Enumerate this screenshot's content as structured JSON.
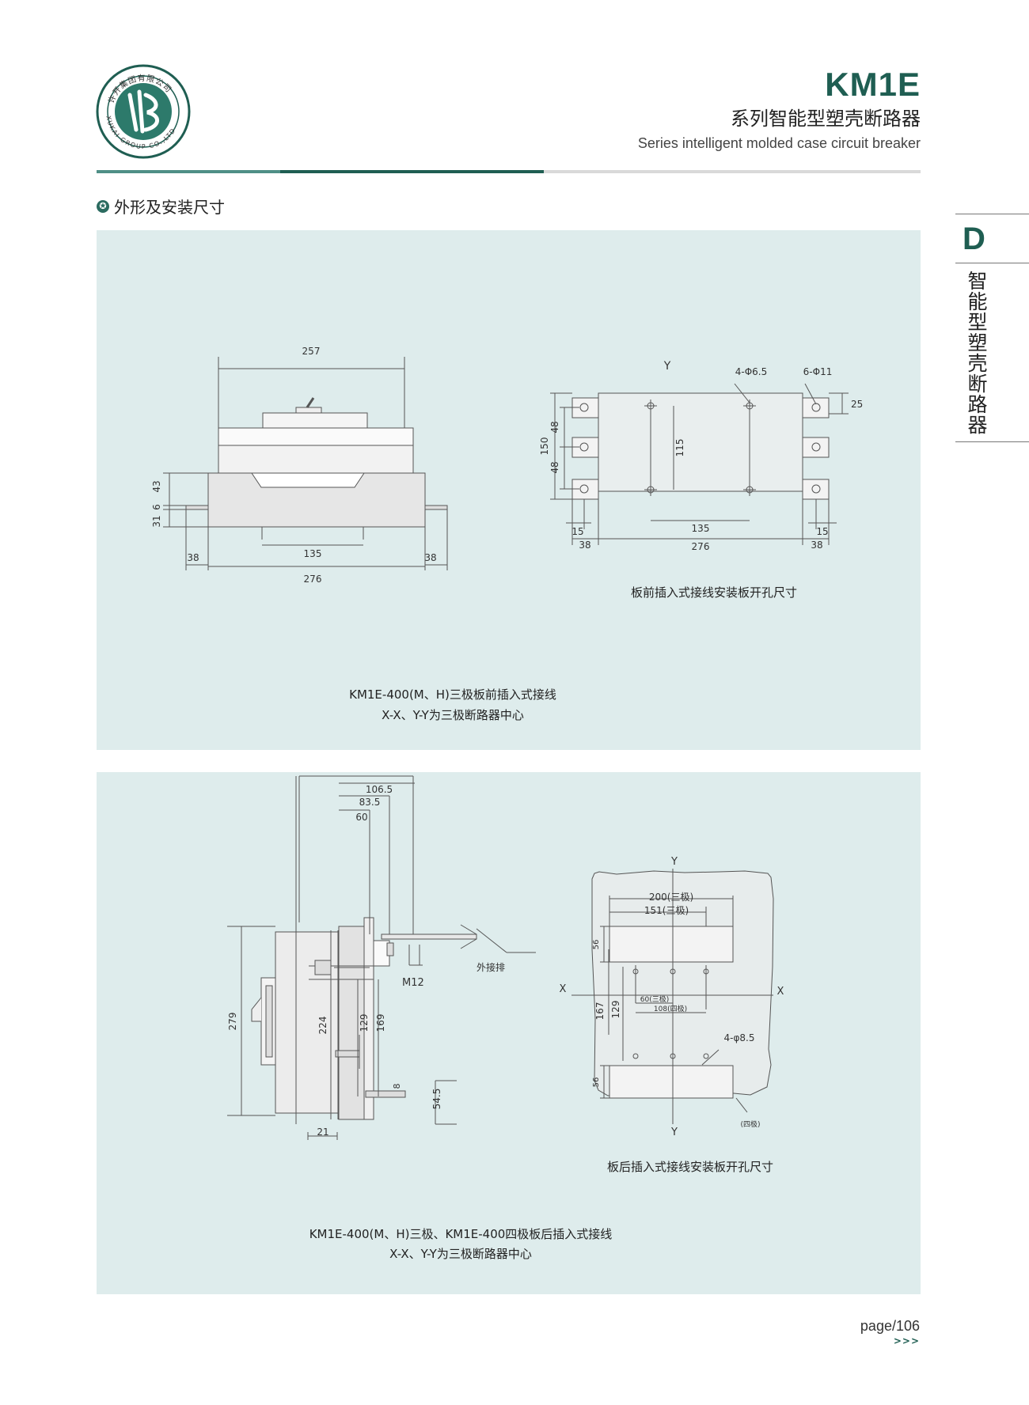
{
  "header": {
    "model": "KM1E",
    "title_cn": "系列智能型塑壳断路器",
    "title_en": "Series intelligent molded case circuit breaker",
    "logo_cn": "许开集团有限公司",
    "logo_en": "XUKAI GROUP CO.,LTD"
  },
  "section": {
    "title": "外形及安装尺寸"
  },
  "side_tab": {
    "letter": "D",
    "text": "智能型塑壳断路器"
  },
  "panel1": {
    "front_view": {
      "dims": {
        "top": "257",
        "h43": "43",
        "h6": "6",
        "h31": "31",
        "c135": "135",
        "l38": "38",
        "r38": "38",
        "w276": "276"
      }
    },
    "plate": {
      "axis_y": "Y",
      "hole_small": "4-Φ6.5",
      "hole_big": "6-Φ11",
      "dims": {
        "d25": "25",
        "d48a": "48",
        "d48b": "48",
        "d150": "150",
        "d115": "115",
        "d135": "135",
        "d15l": "15",
        "d15r": "15",
        "d38l": "38",
        "d38r": "38",
        "d276": "276"
      },
      "caption": "板前插入式接线安装板开孔尺寸"
    },
    "caption_line1": "KM1E-400(M、H)三极板前插入式接线",
    "caption_line2": "X-X、Y-Y为三极断路器中心"
  },
  "panel2": {
    "side_view": {
      "dims": {
        "d106": "106.5",
        "d83": "83.5",
        "d60": "60",
        "d279": "279",
        "d224": "224",
        "d129": "129",
        "d169": "169",
        "d8": "8",
        "d54": "54.5",
        "d21": "21"
      },
      "label_busbar": "外接排",
      "label_bolt": "M12"
    },
    "plate": {
      "axis_x": "X",
      "axis_y": "Y",
      "w200": "200(三极)",
      "w151": "151(三极)",
      "h56a": "56",
      "h56b": "56",
      "h167": "167",
      "h129": "129",
      "w60": "60(三极)",
      "w108": "108(四极)",
      "holes": "4-φ8.5",
      "label_four": "(四极)",
      "caption": "板后插入式接线安装板开孔尺寸"
    },
    "caption_line1": "KM1E-400(M、H)三极、KM1E-400四极板后插入式接线",
    "caption_line2": "X-X、Y-Y为三极断路器中心"
  },
  "footer": {
    "page": "page/106",
    "arrows": ">>>"
  }
}
